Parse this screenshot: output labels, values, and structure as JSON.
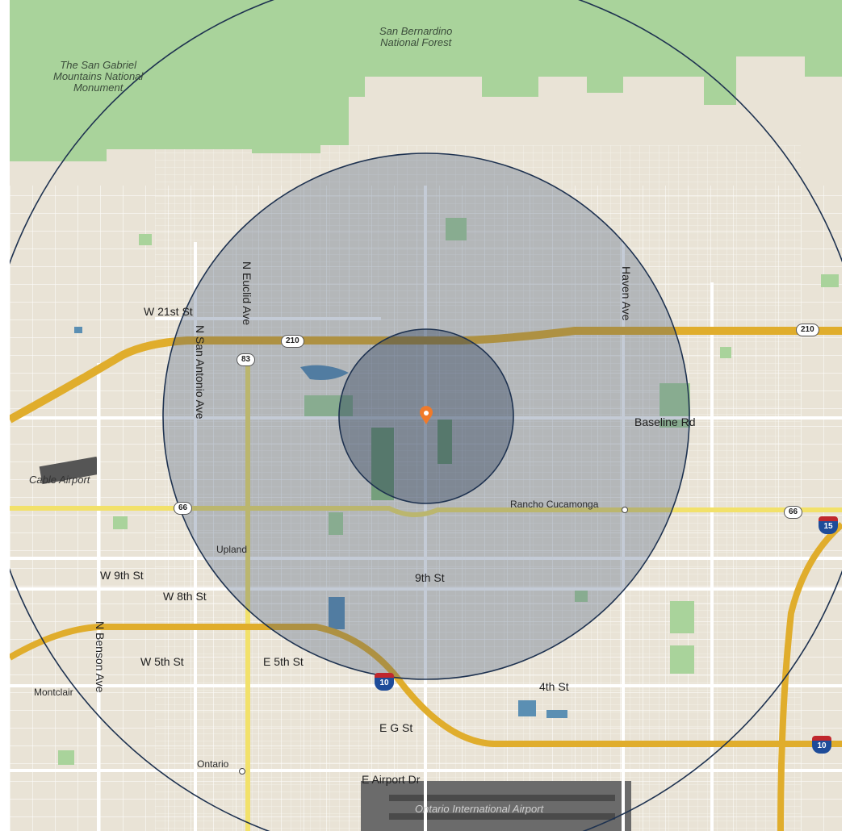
{
  "map": {
    "forest_labels": {
      "san_gabriel": "The San Gabriel\nMountains National\nMonument",
      "san_bernardino": "San Bernardino\nNational Forest"
    },
    "streets": {
      "w21st": "W 21st St",
      "n_euclid": "N Euclid Ave",
      "n_san_antonio": "N San Antonio Ave",
      "haven": "Haven Ave",
      "baseline": "Baseline Rd",
      "w9th": "W 9th St",
      "w8th": "W 8th St",
      "ninth": "9th St",
      "w5th": "W 5th St",
      "e5th": "E 5th St",
      "fourth": "4th St",
      "eg": "E G St",
      "e_airport": "E Airport Dr",
      "n_benson": "N Benson Ave"
    },
    "places": {
      "rancho": "Rancho Cucamonga",
      "upland": "Upland",
      "montclair": "Montclair",
      "ontario": "Ontario"
    },
    "airports": {
      "cable": "Cable Airport",
      "ontario_intl": "Ontario International Airport"
    },
    "shields": {
      "sr210_left": "210",
      "sr210_right": "210",
      "sr83": "83",
      "sr66_left": "66",
      "sr66_right": "66",
      "i15": "15",
      "i10_mid": "10",
      "i10_right": "10"
    },
    "colors": {
      "land": "#e9e3d6",
      "forest": "#a9d39b",
      "highway": "#e0ad2c",
      "arterial": "#f2e16a",
      "radius_ring": "#1e3250",
      "radius_fill": "#3c5478",
      "pin": "#f07a2a",
      "water": "#5b8fb3"
    },
    "center_pin_icon": "map-pin-icon"
  }
}
